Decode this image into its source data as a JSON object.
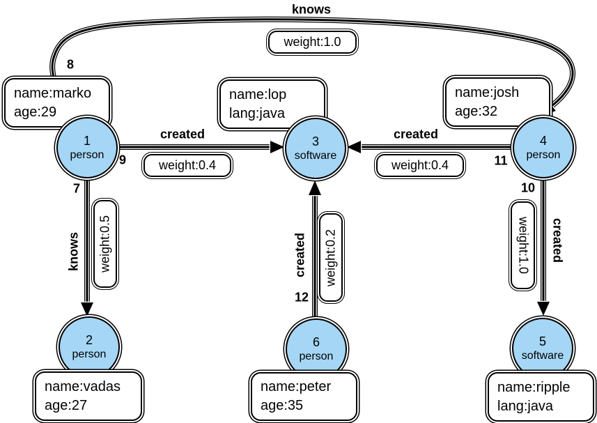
{
  "colors": {
    "node_fill": "#a5d6f5",
    "stroke": "#000000",
    "box_fill": "#ffffff"
  },
  "nodes": {
    "n1": {
      "id": "1",
      "label": "person",
      "prop1": "name:marko",
      "prop2": "age:29"
    },
    "n2": {
      "id": "2",
      "label": "person",
      "prop1": "name:vadas",
      "prop2": "age:27"
    },
    "n3": {
      "id": "3",
      "label": "software",
      "prop1": "name:lop",
      "prop2": "lang:java"
    },
    "n4": {
      "id": "4",
      "label": "person",
      "prop1": "name:josh",
      "prop2": "age:32"
    },
    "n5": {
      "id": "5",
      "label": "software",
      "prop1": "name:ripple",
      "prop2": "lang:java"
    },
    "n6": {
      "id": "6",
      "label": "person",
      "prop1": "name:peter",
      "prop2": "age:35"
    }
  },
  "edges": {
    "e7": {
      "id": "7",
      "label": "knows",
      "weight": "weight:0.5",
      "from": "1",
      "to": "2"
    },
    "e8": {
      "id": "8",
      "label": "knows",
      "weight": "weight:1.0",
      "from": "1",
      "to": "4"
    },
    "e9": {
      "id": "9",
      "label": "created",
      "weight": "weight:0.4",
      "from": "1",
      "to": "3"
    },
    "e10": {
      "id": "10",
      "label": "created",
      "weight": "weight:1.0",
      "from": "4",
      "to": "5"
    },
    "e11": {
      "id": "11",
      "label": "created",
      "weight": "weight:0.4",
      "from": "4",
      "to": "3"
    },
    "e12": {
      "id": "12",
      "label": "created",
      "weight": "weight:0.2",
      "from": "6",
      "to": "3"
    }
  }
}
